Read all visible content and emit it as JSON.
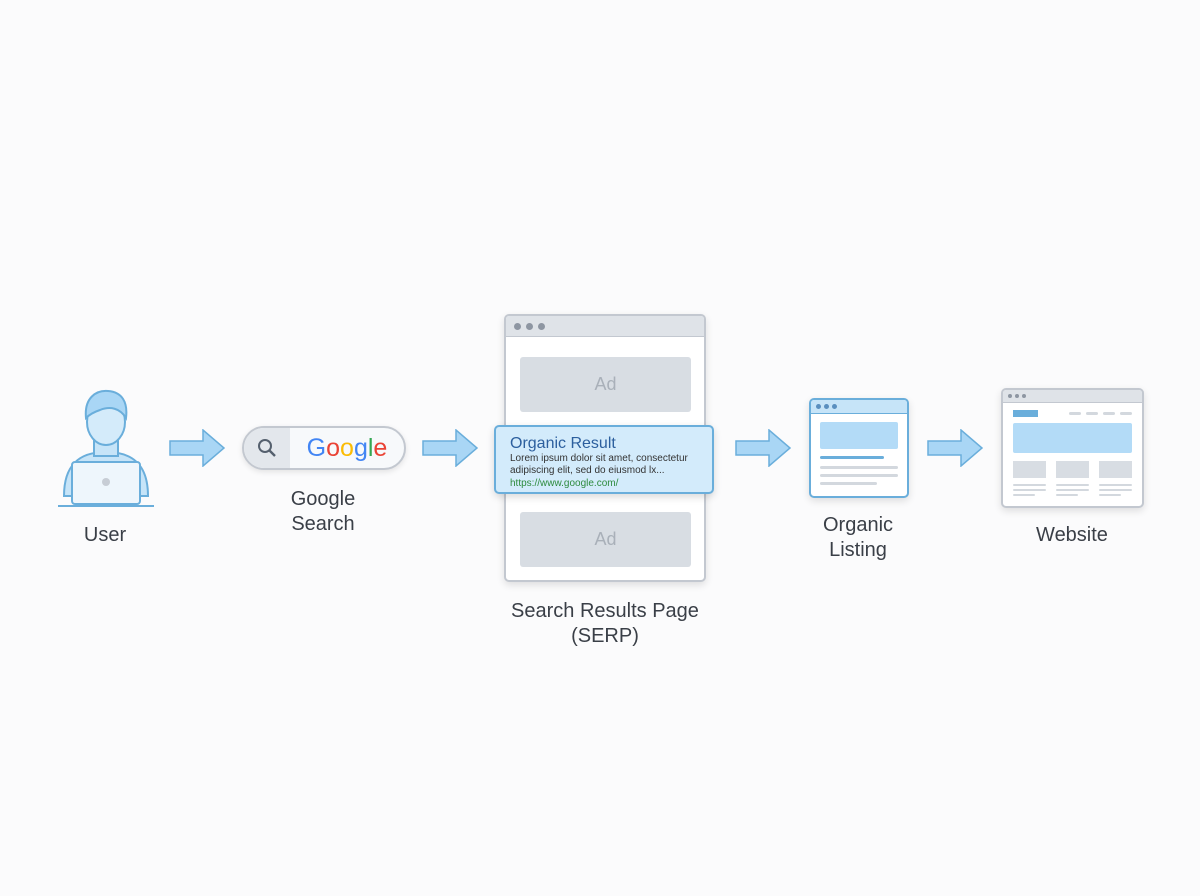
{
  "nodes": {
    "user": {
      "label": "User"
    },
    "google_search": {
      "label_line1": "Google",
      "label_line2": "Search",
      "logo": "Google"
    },
    "serp": {
      "label_line1": "Search Results Page",
      "label_line2": "(SERP)",
      "ad_top": "Ad",
      "ad_bottom": "Ad",
      "organic": {
        "title": "Organic Result",
        "line1": "Lorem ipsum dolor sit amet, consectetur",
        "line2": "adipiscing elit, sed do eiusmod lx...",
        "url": "https://www.google.com/"
      }
    },
    "organic_listing": {
      "label_line1": "Organic",
      "label_line2": "Listing"
    },
    "website": {
      "label": "Website"
    }
  },
  "colors": {
    "accent": "#a9d6f5",
    "stroke": "#6aaedb",
    "url_green": "#2e8b3e",
    "title_blue": "#2c5f9e"
  }
}
